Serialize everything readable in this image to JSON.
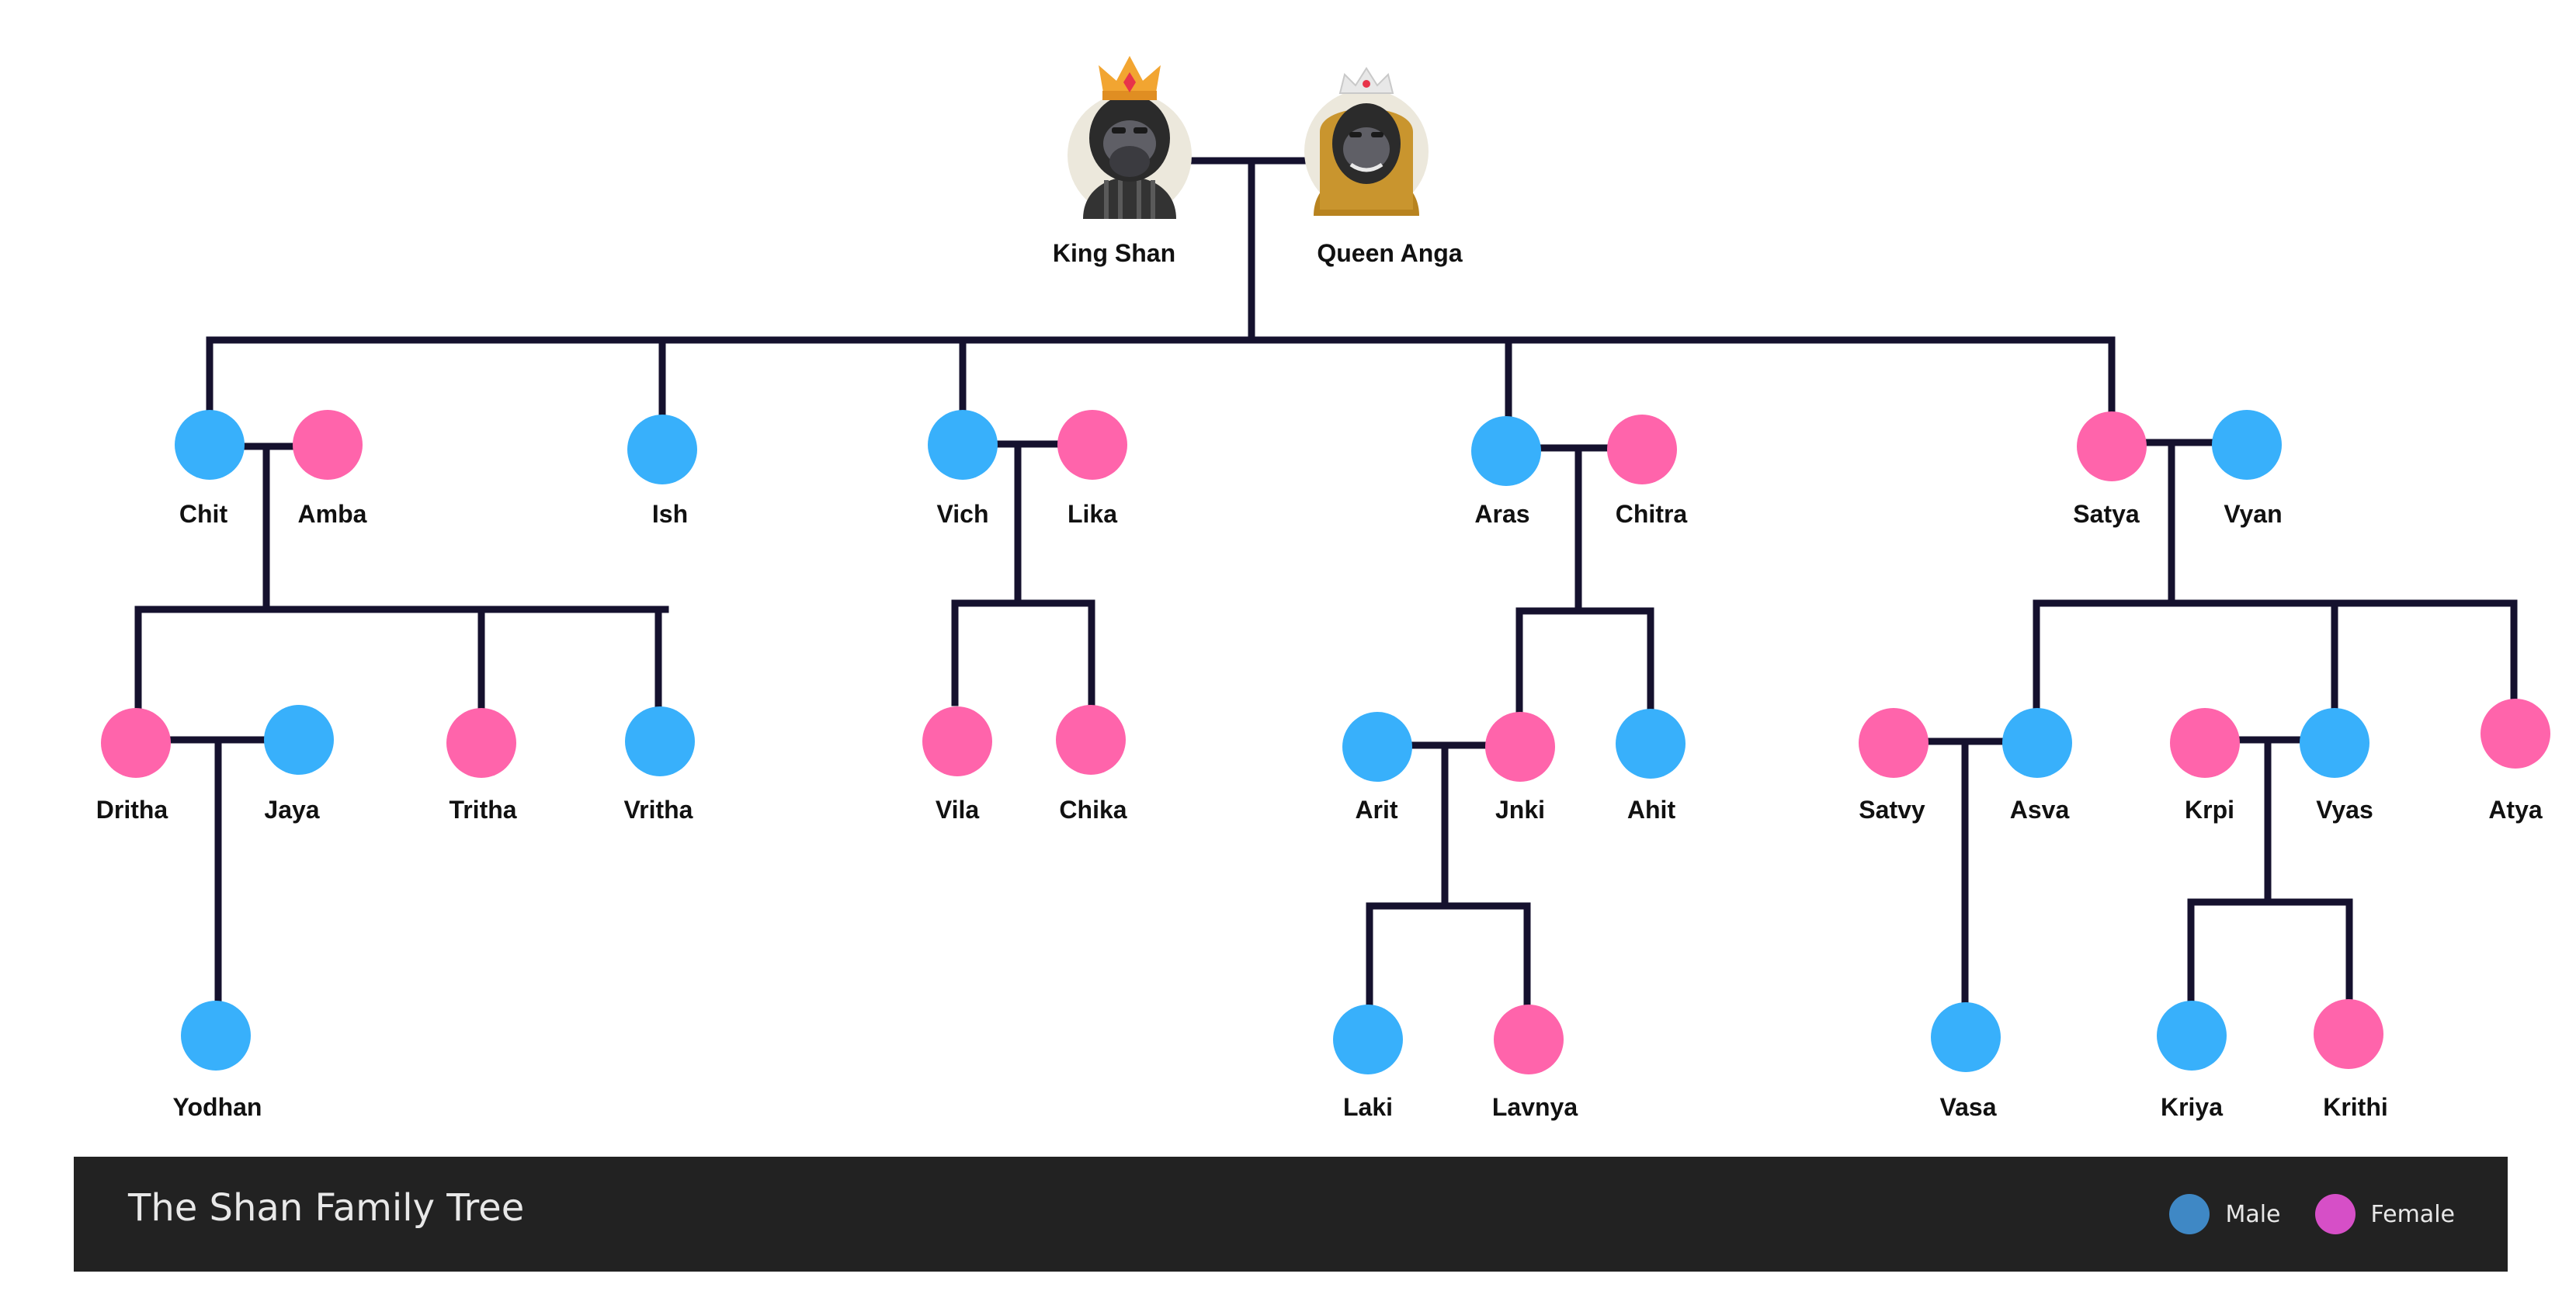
{
  "colors": {
    "male": "#38b0fb",
    "female": "#ff64ab",
    "line": "#15112e",
    "footer_bg": "#222222",
    "legend_male": "#3f88c5",
    "legend_female": "#d64fc7"
  },
  "footer": {
    "title": "The Shan Family Tree"
  },
  "legend": {
    "male_label": "Male",
    "female_label": "Female"
  },
  "roots": {
    "king": {
      "name": "King Shan",
      "icon": "gorilla-king-crown-icon"
    },
    "queen": {
      "name": "Queen Anga",
      "icon": "gorilla-queen-tiara-icon"
    }
  },
  "people": {
    "chit": {
      "name": "Chit",
      "gender": "male"
    },
    "amba": {
      "name": "Amba",
      "gender": "female"
    },
    "ish": {
      "name": "Ish",
      "gender": "male"
    },
    "vich": {
      "name": "Vich",
      "gender": "male"
    },
    "lika": {
      "name": "Lika",
      "gender": "female"
    },
    "aras": {
      "name": "Aras",
      "gender": "male"
    },
    "chitra": {
      "name": "Chitra",
      "gender": "female"
    },
    "satya": {
      "name": "Satya",
      "gender": "female"
    },
    "vyan": {
      "name": "Vyan",
      "gender": "male"
    },
    "dritha": {
      "name": "Dritha",
      "gender": "female"
    },
    "jaya": {
      "name": "Jaya",
      "gender": "male"
    },
    "tritha": {
      "name": "Tritha",
      "gender": "female"
    },
    "vritha": {
      "name": "Vritha",
      "gender": "male"
    },
    "vila": {
      "name": "Vila",
      "gender": "female"
    },
    "chika": {
      "name": "Chika",
      "gender": "female"
    },
    "arit": {
      "name": "Arit",
      "gender": "male"
    },
    "jnki": {
      "name": "Jnki",
      "gender": "female"
    },
    "ahit": {
      "name": "Ahit",
      "gender": "male"
    },
    "satvy": {
      "name": "Satvy",
      "gender": "female"
    },
    "asva": {
      "name": "Asva",
      "gender": "male"
    },
    "krpi": {
      "name": "Krpi",
      "gender": "female"
    },
    "vyas": {
      "name": "Vyas",
      "gender": "male"
    },
    "atya": {
      "name": "Atya",
      "gender": "female"
    },
    "yodhan": {
      "name": "Yodhan",
      "gender": "male"
    },
    "laki": {
      "name": "Laki",
      "gender": "male"
    },
    "lavnya": {
      "name": "Lavnya",
      "gender": "female"
    },
    "vasa": {
      "name": "Vasa",
      "gender": "male"
    },
    "kriya": {
      "name": "Kriya",
      "gender": "male"
    },
    "krithi": {
      "name": "Krithi",
      "gender": "female"
    }
  }
}
